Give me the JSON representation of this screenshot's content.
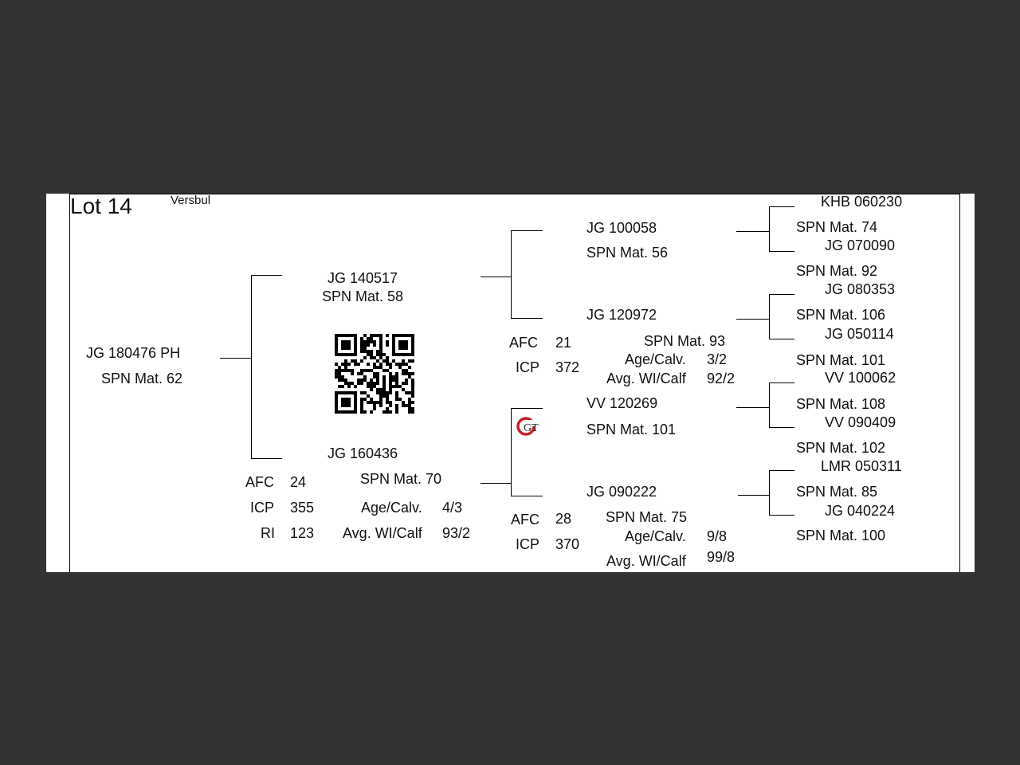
{
  "header": {
    "lot": "Lot 14",
    "type": "Versbul"
  },
  "subject": {
    "id": "JG  180476   PH",
    "spn": "SPN Mat. 62"
  },
  "sire": {
    "id": "JG  140517",
    "spn": "SPN Mat. 58"
  },
  "dam": {
    "id": "JG  160436",
    "spn": "SPN Mat. 70"
  },
  "subject_stats": {
    "afc_label": "AFC",
    "afc": "24",
    "icp_label": "ICP",
    "icp": "355",
    "ri_label": "RI",
    "ri": "123",
    "age_label": "Age/Calv.",
    "age": "4/3",
    "wi_label": "Avg. WI/Calf",
    "wi": "93/2"
  },
  "ss": {
    "id": "JG  100058",
    "spn": "SPN Mat. 56"
  },
  "sd": {
    "id": "JG  120972",
    "spn": "SPN Mat. 93"
  },
  "sd_stats": {
    "afc_label": "AFC",
    "afc": "21",
    "icp_label": "ICP",
    "icp": "372",
    "age_label": "Age/Calv.",
    "age": "3/2",
    "wi_label": "Avg. WI/Calf",
    "wi": "92/2"
  },
  "ds": {
    "id": "VV  120269",
    "spn": "SPN Mat. 101"
  },
  "dd": {
    "id": "JG  090222",
    "spn": "SPN Mat. 75"
  },
  "dd_stats": {
    "afc_label": "AFC",
    "afc": "28",
    "icp_label": "ICP",
    "icp": "370",
    "age_label": "Age/Calv.",
    "age": "9/8",
    "wi_label": "Avg. WI/Calf",
    "wi": "99/8"
  },
  "gen3": [
    {
      "id": "KHB 060230",
      "spn": "SPN Mat. 74"
    },
    {
      "id": "JG  070090",
      "spn": "SPN Mat. 92"
    },
    {
      "id": "JG  080353",
      "spn": "SPN Mat. 106"
    },
    {
      "id": "JG  050114",
      "spn": "SPN Mat. 101"
    },
    {
      "id": "VV  100062",
      "spn": "SPN Mat. 108"
    },
    {
      "id": "VV  090409",
      "spn": "SPN Mat. 102"
    },
    {
      "id": "LMR 050311",
      "spn": "SPN Mat. 85"
    },
    {
      "id": "JG  040224",
      "spn": "SPN Mat. 100"
    }
  ],
  "logo": {
    "letters": "GT",
    "color": "#c8202a"
  }
}
